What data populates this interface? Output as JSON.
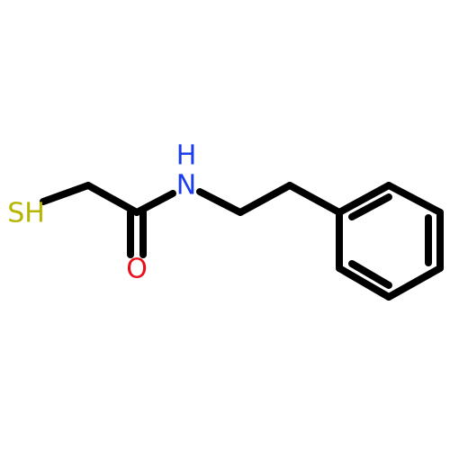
{
  "atoms": {
    "sulfur": {
      "label": "SH",
      "color": "#b5b500"
    },
    "nitrogen": {
      "label": "H\nN",
      "color": "#1c3cf0"
    },
    "nitrogen_h": {
      "label": "H",
      "color": "#1c3cf0"
    },
    "nitrogen_n": {
      "label": "N",
      "color": "#1c3cf0"
    },
    "oxygen": {
      "label": "O",
      "color": "#e8101a"
    }
  },
  "bond_color": "#000000"
}
